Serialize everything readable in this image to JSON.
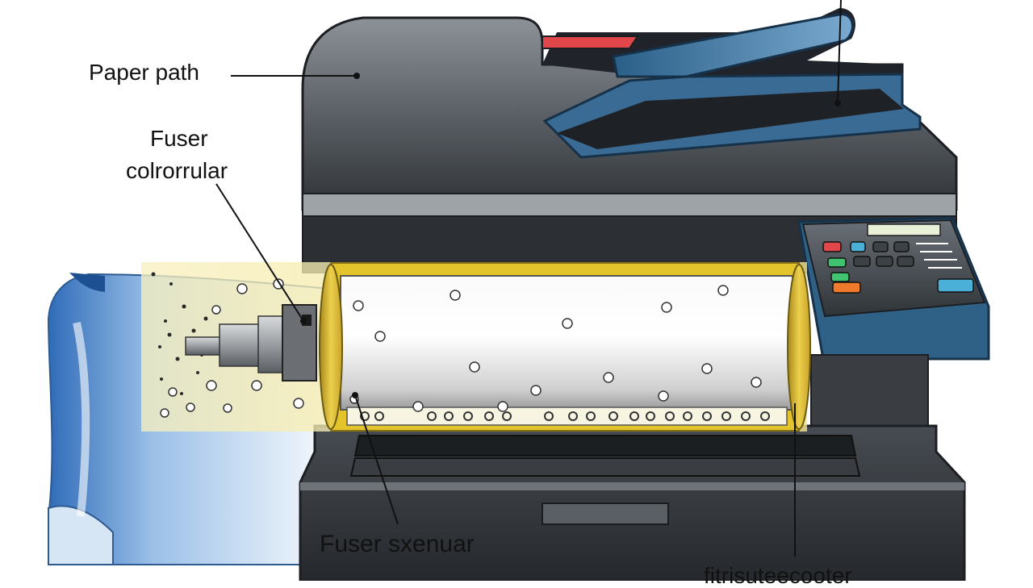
{
  "labels": {
    "paper_path": "Paper path",
    "fuser_top_line1": "Fuser",
    "fuser_top_line2": "colrorrular",
    "fuser_bottom": "Fuser sxenuar",
    "bottom_right": "fitrisuteecooter"
  },
  "colors": {
    "printer_dark": "#2c3035",
    "printer_mid": "#4a4f55",
    "printer_light": "#8a8f95",
    "panel_blue": "#3c6f95",
    "fuser_yellow": "#e3c42c",
    "glow_yellow": "#f5eaa0",
    "paper_blue": "#4f86c8",
    "button_red": "#e0464a",
    "button_green": "#3fc36e",
    "button_cyan": "#4ab0d8",
    "button_orange": "#f07a2c"
  },
  "icons": [
    "paper-sheet-icon",
    "fuser-roller-icon",
    "control-panel-icon",
    "toner-particle-icon"
  ]
}
